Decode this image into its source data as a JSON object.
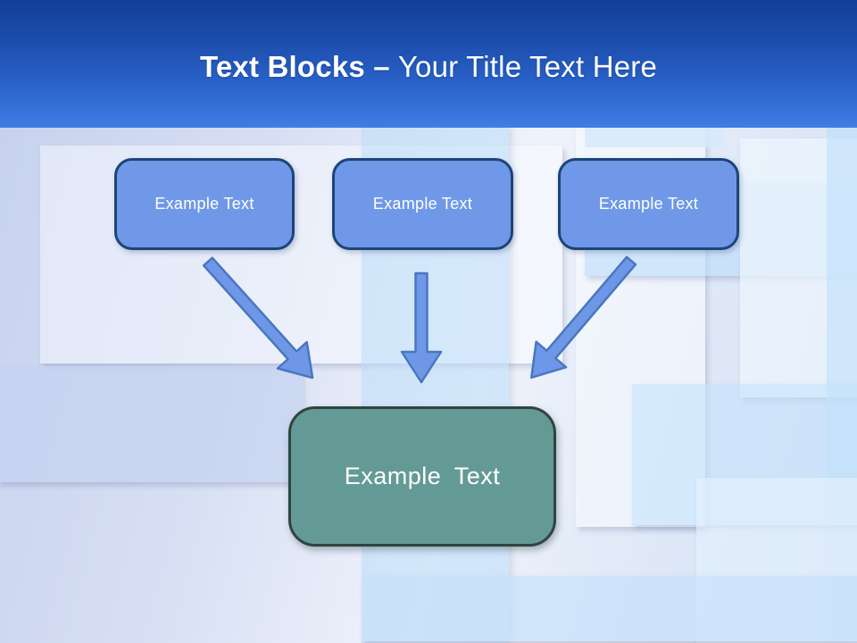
{
  "header": {
    "title_bold": "Text Blocks –",
    "title_regular": "Your Title Text Here"
  },
  "blocks": {
    "sources": [
      {
        "label": "Example Text"
      },
      {
        "label": "Example Text"
      },
      {
        "label": "Example Text"
      }
    ],
    "target": {
      "label": "Example Text"
    }
  },
  "icons": {
    "arrow_left": "arrow-diagonal-down-right-icon",
    "arrow_middle": "arrow-down-icon",
    "arrow_right": "arrow-diagonal-down-left-icon"
  },
  "colors": {
    "header_gradient_top": "#133e98",
    "header_gradient_bottom": "#3f7de3",
    "title_text": "#ffffff",
    "block_fill": "#6f99e8",
    "block_border": "#1e4478",
    "block_text": "#ffffff",
    "target_fill": "#649a96",
    "target_border": "#2f4440",
    "target_text": "#ffffff",
    "arrow_fill": "#6e97e8",
    "arrow_stroke": "#4a77bd"
  }
}
